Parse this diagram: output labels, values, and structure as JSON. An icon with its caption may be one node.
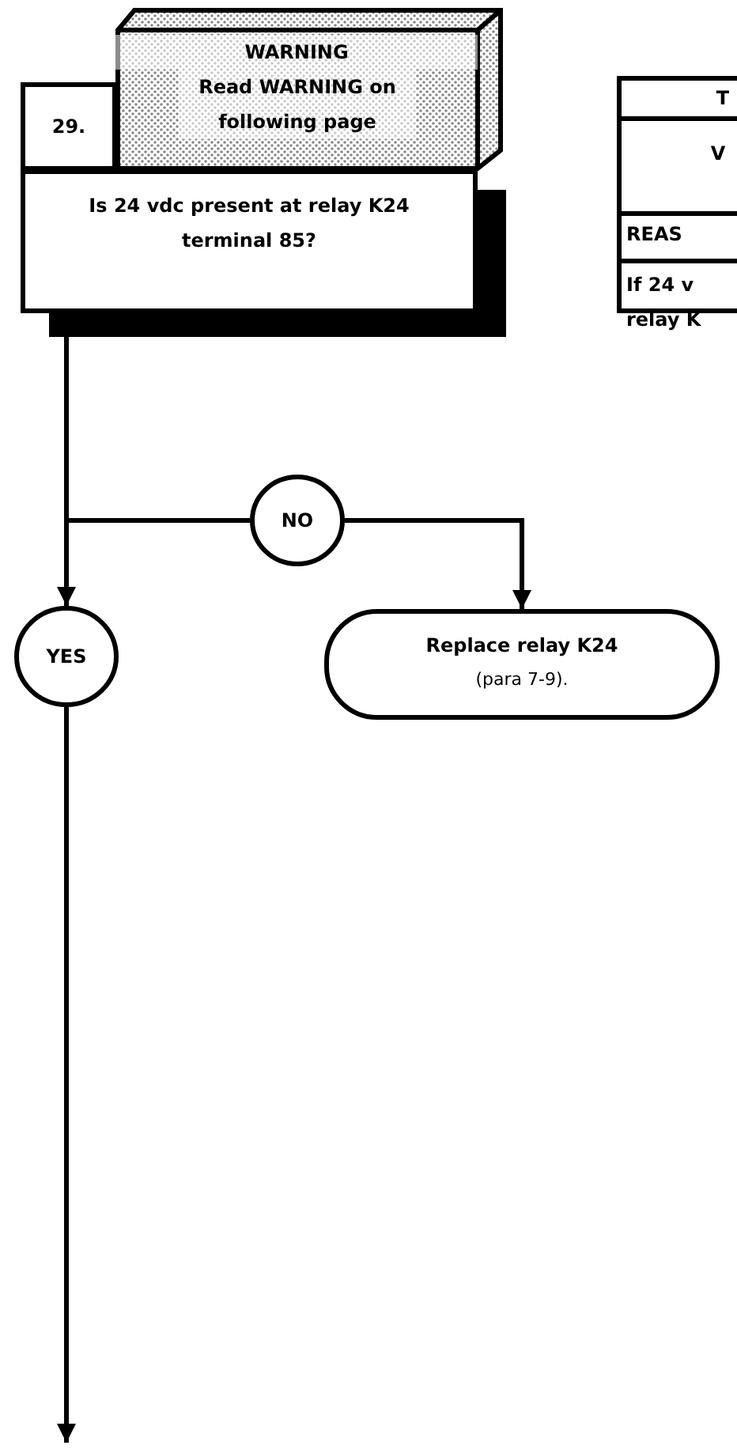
{
  "diagram": {
    "nodes": [
      {
        "text": [
          "29."
        ]
      },
      {
        "text": [
          "WARNING",
          "Read WARNING on following page"
        ]
      },
      {
        "text": [
          "Is 24 vdc present at relay K24 terminal 85?"
        ]
      },
      {
        "text": [
          "T",
          "V",
          "REAS",
          "If 24 v relay K"
        ]
      },
      {
        "text": [
          "NO"
        ]
      },
      {
        "text": [
          "YES"
        ]
      },
      {
        "text": [
          "Replace relay K24",
          "(para 7-9)."
        ]
      }
    ],
    "edges": [
      {
        "from": 2,
        "to": 5,
        "arrow": "to"
      },
      {
        "from": 2,
        "to": 4,
        "arrow": "none"
      },
      {
        "from": 4,
        "to": 6,
        "arrow": "to"
      },
      {
        "from": 5,
        "to": null,
        "arrow": "to"
      }
    ]
  }
}
